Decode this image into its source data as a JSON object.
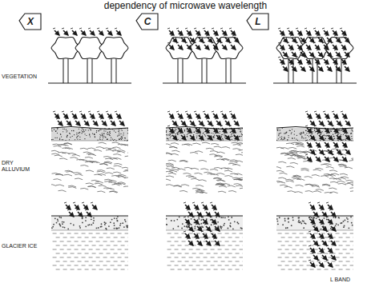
{
  "diagram": {
    "title": "dependency of microwave wavelength",
    "nodes": [
      {
        "text": [
          "X"
        ]
      },
      {
        "text": [
          "C"
        ]
      },
      {
        "text": [
          "L"
        ]
      }
    ],
    "labels": [
      "VEGETATION",
      "DRY ALLUVIUM",
      "GLACIER ICE",
      "L BAND"
    ]
  }
}
